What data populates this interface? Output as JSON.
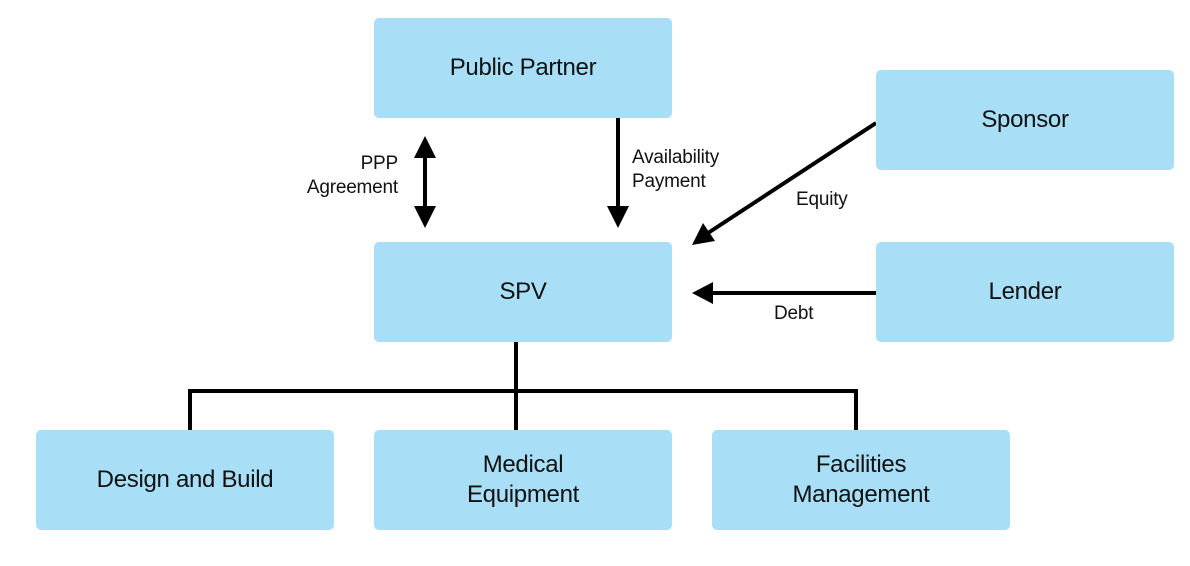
{
  "diagram": {
    "title": "",
    "colors": {
      "node_fill": "#a8dff7",
      "edge": "#000000",
      "text": "#111111",
      "background": "#ffffff"
    },
    "nodes": [
      {
        "id": "public_partner",
        "label": "Public Partner"
      },
      {
        "id": "sponsor",
        "label": "Sponsor"
      },
      {
        "id": "spv",
        "label": "SPV"
      },
      {
        "id": "lender",
        "label": "Lender"
      },
      {
        "id": "design_build",
        "label": "Design and Build"
      },
      {
        "id": "medical_equipment",
        "label": "Medical\nEquipment"
      },
      {
        "id": "facilities_management",
        "label": "Facilities\nManagement"
      }
    ],
    "edges": [
      {
        "from": "public_partner",
        "to": "spv",
        "label": "PPP\nAgreement",
        "direction": "both"
      },
      {
        "from": "public_partner",
        "to": "spv",
        "label": "Availability\nPayment",
        "direction": "forward"
      },
      {
        "from": "sponsor",
        "to": "spv",
        "label": "Equity",
        "direction": "forward"
      },
      {
        "from": "lender",
        "to": "spv",
        "label": "Debt",
        "direction": "forward"
      },
      {
        "from": "spv",
        "to": "design_build",
        "label": "",
        "direction": "none"
      },
      {
        "from": "spv",
        "to": "medical_equipment",
        "label": "",
        "direction": "none"
      },
      {
        "from": "spv",
        "to": "facilities_management",
        "label": "",
        "direction": "none"
      }
    ]
  }
}
